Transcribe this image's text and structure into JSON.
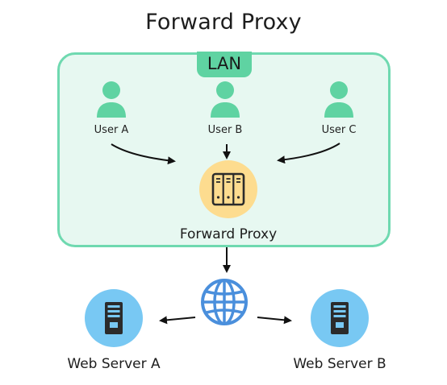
{
  "title": "Forward Proxy",
  "lan": {
    "label": "LAN",
    "users": [
      {
        "label": "User A"
      },
      {
        "label": "User B"
      },
      {
        "label": "User C"
      }
    ],
    "proxy": {
      "label": "Forward Proxy"
    }
  },
  "internet": {
    "icon": "globe-icon"
  },
  "servers": [
    {
      "label": "Web Server A"
    },
    {
      "label": "Web Server B"
    }
  ],
  "colors": {
    "lan_fill": "#e7f8f1",
    "lan_border": "#6fd9b0",
    "lan_badge": "#5fd3a2",
    "user_icon": "#5fd3a2",
    "proxy_fill": "#fddc8f",
    "server_fill": "#78c8f3",
    "globe": "#4a8fdc"
  }
}
